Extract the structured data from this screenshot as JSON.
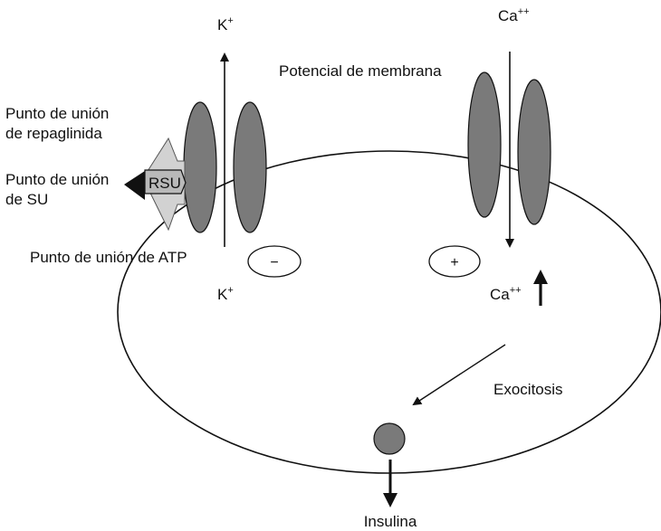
{
  "labels": {
    "k_top": "K",
    "k_bottom": "K",
    "ca_top": "Ca",
    "ca_bottom": "Ca",
    "plus_sup": "+",
    "plusplus_sup": "++",
    "membrane_potential": "Potencial de membrana",
    "repaglinide_site_line1": "Punto de unión",
    "repaglinide_site_line2": "de repaglinida",
    "su_site_line1": "Punto de unión",
    "su_site_line2": "de SU",
    "atp_site": "Punto de unión de ATP",
    "receptor": "RSU",
    "minus_sign": "−",
    "plus_sign": "+",
    "exocytosis": "Exocitosis",
    "insulin": "Insulina"
  },
  "colors": {
    "channel_fill": "#7a7a7a",
    "vesicle_fill": "#7a7a7a",
    "receptor_fill": "#b9b9b9",
    "atp_site_fill": "#d2d2d2",
    "su_site_fill": "#111111",
    "stroke": "#111111"
  }
}
